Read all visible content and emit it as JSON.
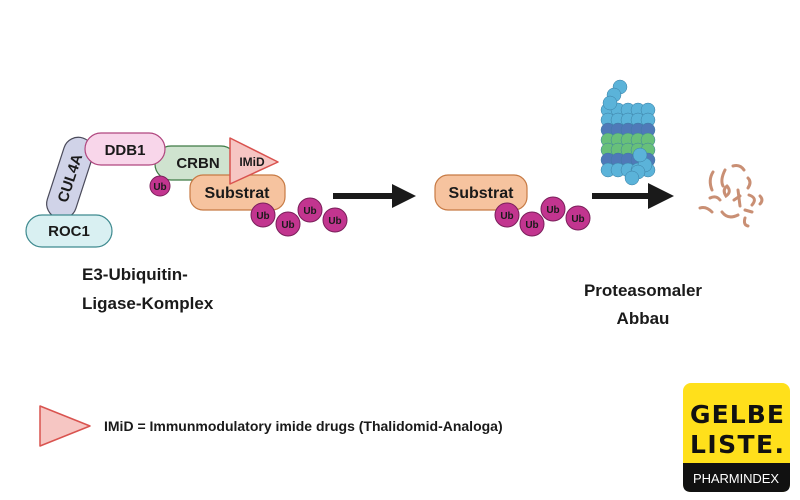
{
  "complex": {
    "roc1": "ROC1",
    "cul4a": "CUL4A",
    "ddb1": "DDB1",
    "crbn": "CRBN",
    "imid": "IMiD",
    "substrate": "Substrat",
    "ub": "Ub",
    "caption_line1": "E3-Ubiquitin-",
    "caption_line2": "Ligase-Komplex"
  },
  "middle": {
    "substrate": "Substrat",
    "ub": "Ub"
  },
  "proteasome": {
    "caption_line1": "Proteasomaler",
    "caption_line2": "Abbau"
  },
  "legend": {
    "text": "IMiD = Immunmodulatory imide drugs (Thalidomid-Analoga)"
  },
  "logo": {
    "line1": "GELBE",
    "line2": "LISTE.",
    "line3": "PHARMINDEX"
  },
  "colors": {
    "ub": "#c2358f",
    "substrate": "#f6c39f",
    "imid": "#f6c6c3",
    "crbn": "#cfe3cf",
    "ddb1": "#f8d6ea",
    "cul4a": "#d0d3e8",
    "roc1": "#d9f0f2",
    "logo_yellow": "#ffe01b"
  }
}
